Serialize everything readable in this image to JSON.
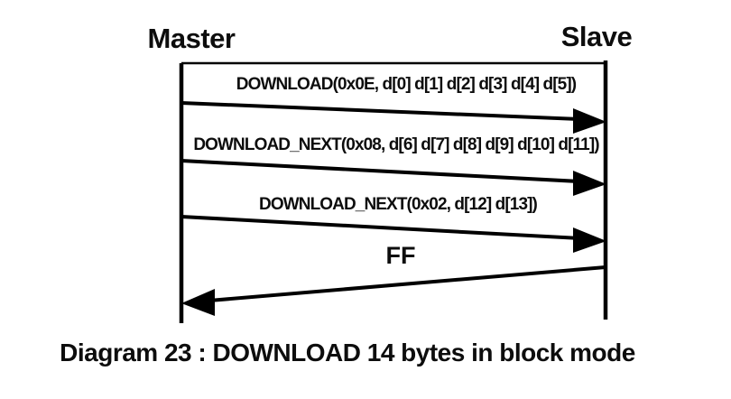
{
  "diagram": {
    "participants": [
      {
        "name": "Master"
      },
      {
        "name": "Slave"
      }
    ],
    "messages": [
      {
        "label": "DOWNLOAD(0x0E, d[0] d[1] d[2] d[3] d[4] d[5])",
        "from": "Master",
        "to": "Slave"
      },
      {
        "label": "DOWNLOAD_NEXT(0x08, d[6] d[7] d[8] d[9] d[10] d[11])",
        "from": "Master",
        "to": "Slave"
      },
      {
        "label": "DOWNLOAD_NEXT(0x02, d[12] d[13])",
        "from": "Master",
        "to": "Slave"
      },
      {
        "label": "FF",
        "from": "Slave",
        "to": "Master"
      }
    ],
    "caption": "Diagram 23 : DOWNLOAD 14 bytes in block mode",
    "colors": {
      "ink": "#000000",
      "background": "#ffffff"
    }
  }
}
